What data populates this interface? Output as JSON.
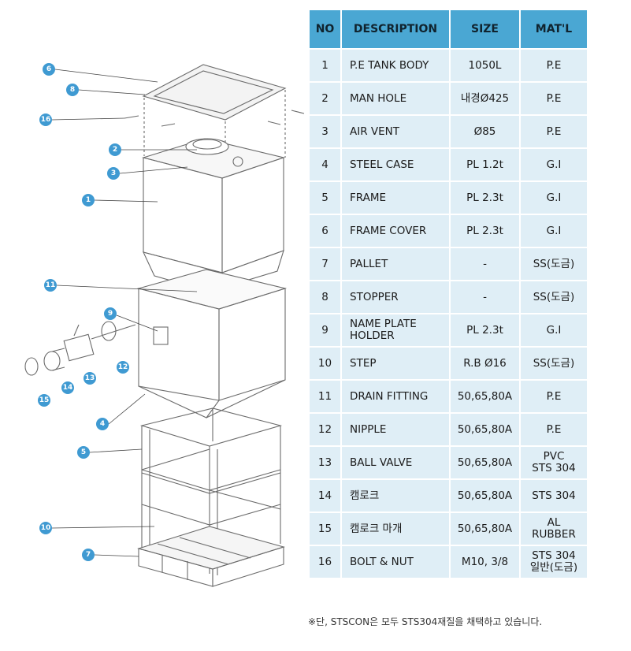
{
  "table": {
    "headers": {
      "no": "NO",
      "description": "DESCRIPTION",
      "size": "SIZE",
      "material": "MAT'L"
    },
    "rows": [
      {
        "no": "1",
        "description": "P.E TANK BODY",
        "size": "1050L",
        "material": "P.E"
      },
      {
        "no": "2",
        "description": "MAN HOLE",
        "size": "내경Ø425",
        "material": "P.E"
      },
      {
        "no": "3",
        "description": "AIR VENT",
        "size": "Ø85",
        "material": "P.E"
      },
      {
        "no": "4",
        "description": "STEEL CASE",
        "size": "PL  1.2t",
        "material": "G.I"
      },
      {
        "no": "5",
        "description": "FRAME",
        "size": "PL  2.3t",
        "material": "G.I"
      },
      {
        "no": "6",
        "description": "FRAME COVER",
        "size": "PL  2.3t",
        "material": "G.I"
      },
      {
        "no": "7",
        "description": "PALLET",
        "size": "-",
        "material": "SS(도금)"
      },
      {
        "no": "8",
        "description": "STOPPER",
        "size": "-",
        "material": "SS(도금)"
      },
      {
        "no": "9",
        "description": "NAME PLATE\nHOLDER",
        "size": "PL  2.3t",
        "material": "G.I"
      },
      {
        "no": "10",
        "description": "STEP",
        "size": "R.B Ø16",
        "material": "SS(도금)"
      },
      {
        "no": "11",
        "description": "DRAIN FITTING",
        "size": "50,65,80A",
        "material": "P.E"
      },
      {
        "no": "12",
        "description": "NIPPLE",
        "size": "50,65,80A",
        "material": "P.E"
      },
      {
        "no": "13",
        "description": "BALL VALVE",
        "size": "50,65,80A",
        "material": "PVC\nSTS 304"
      },
      {
        "no": "14",
        "description": "캠로크",
        "size": "50,65,80A",
        "material": "STS 304"
      },
      {
        "no": "15",
        "description": "캠로크 마개",
        "size": "50,65,80A",
        "material": "AL\nRUBBER"
      },
      {
        "no": "16",
        "description": "BOLT & NUT",
        "size": "M10, 3/8",
        "material": "STS 304\n일반(도금)"
      }
    ]
  },
  "footnote": "※단, STSCON은 모두 STS304재질을 채택하고 있습니다.",
  "callouts": [
    "6",
    "8",
    "16",
    "2",
    "3",
    "1",
    "11",
    "9",
    "12",
    "14",
    "13",
    "15",
    "4",
    "5",
    "10",
    "7"
  ],
  "colors": {
    "header_bg": "#4aa7d3",
    "row_bg": "#dfeef6",
    "callout": "#3f9ad2"
  }
}
